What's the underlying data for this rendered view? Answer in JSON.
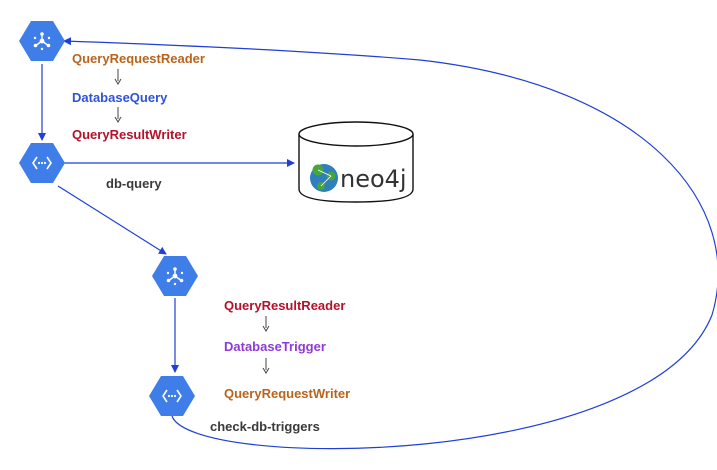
{
  "colors": {
    "node_blue": "#3f7ee8",
    "node_blue_light": "#5a95f0",
    "connector": "#1f3fd6",
    "orange": "#b9641c",
    "blue_text": "#2f52d8",
    "red": "#b3122a",
    "purple": "#8f39d8",
    "gray_text": "#3a3a3a",
    "neo4j_green": "#46a53b",
    "neo4j_blue": "#2f7fbe"
  },
  "icons": {
    "topic_icon": "pubsub-hub-icon",
    "function_icon": "cloud-function-icon",
    "database_icon": "neo4j-database-icon"
  },
  "pipeline_top": {
    "steps": [
      "QueryRequestReader",
      "DatabaseQuery",
      "QueryResultWriter"
    ],
    "function_name": "db-query"
  },
  "pipeline_bottom": {
    "steps": [
      "QueryResultReader",
      "DatabaseTrigger",
      "QueryRequestWriter"
    ],
    "function_name": "check-db-triggers"
  },
  "database": {
    "logo_text": "neo4j"
  }
}
